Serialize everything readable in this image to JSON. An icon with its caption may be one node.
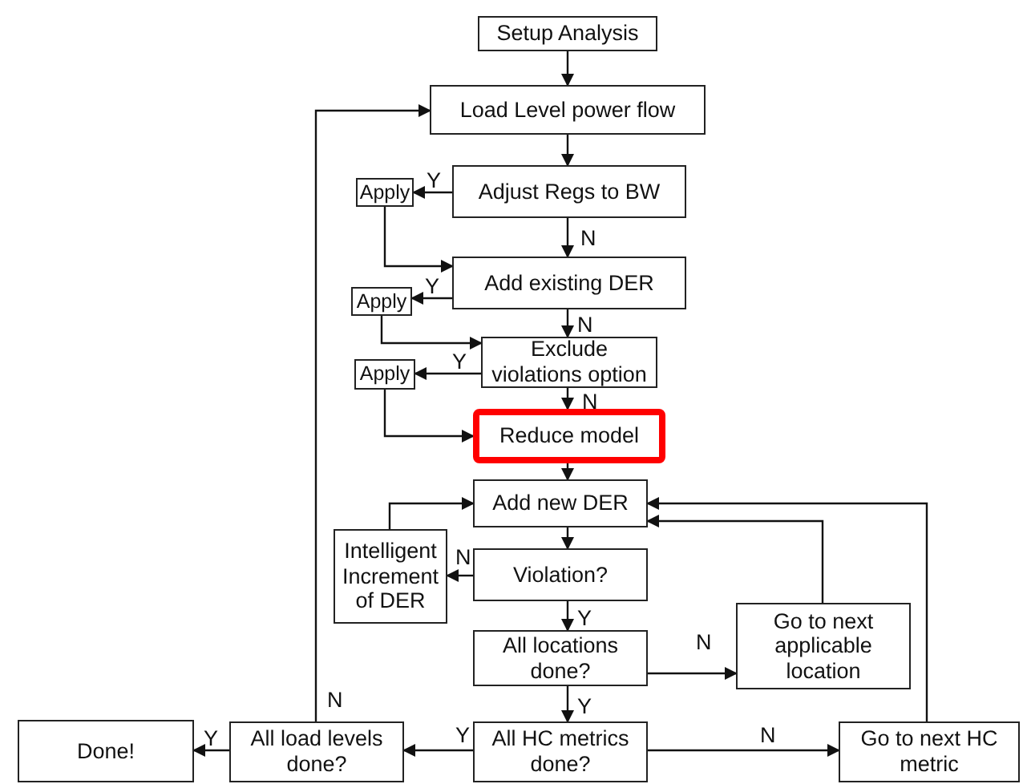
{
  "diagram": {
    "nodes": [
      {
        "text": [
          "Setup Analysis"
        ]
      },
      {
        "text": [
          "Load Level power flow"
        ]
      },
      {
        "text": [
          "Adjust Regs to BW"
        ]
      },
      {
        "text": [
          "Apply"
        ]
      },
      {
        "text": [
          "Add existing DER"
        ]
      },
      {
        "text": [
          "Apply"
        ]
      },
      {
        "text": [
          "Exclude violations option"
        ]
      },
      {
        "text": [
          "Apply"
        ]
      },
      {
        "text": [
          "Reduce model"
        ]
      },
      {
        "text": [
          "Add new DER"
        ]
      },
      {
        "text": [
          "Intelligent Increment of DER"
        ]
      },
      {
        "text": [
          "Violation?"
        ]
      },
      {
        "text": [
          "All locations done?"
        ]
      },
      {
        "text": [
          "Go to next applicable location"
        ]
      },
      {
        "text": [
          "All HC metrics done?"
        ]
      },
      {
        "text": [
          "All load levels done?"
        ]
      },
      {
        "text": [
          "Done!"
        ]
      },
      {
        "text": [
          "Go to next HC metric"
        ]
      }
    ],
    "edges": [
      {
        "from": 0,
        "to": 1,
        "arrow": "to"
      },
      {
        "from": 1,
        "to": 2,
        "arrow": "to"
      },
      {
        "from": 2,
        "to": 3,
        "arrow": "to",
        "label": "Y"
      },
      {
        "from": 3,
        "to": 4,
        "arrow": "to"
      },
      {
        "from": 2,
        "to": 4,
        "arrow": "to",
        "label": "N"
      },
      {
        "from": 4,
        "to": 5,
        "arrow": "to",
        "label": "Y"
      },
      {
        "from": 5,
        "to": 6,
        "arrow": "to"
      },
      {
        "from": 4,
        "to": 6,
        "arrow": "to",
        "label": "N"
      },
      {
        "from": 6,
        "to": 7,
        "arrow": "to",
        "label": "Y"
      },
      {
        "from": 7,
        "to": 8,
        "arrow": "to"
      },
      {
        "from": 6,
        "to": 8,
        "arrow": "to",
        "label": "N"
      },
      {
        "from": 8,
        "to": 9,
        "arrow": "to"
      },
      {
        "from": 9,
        "to": 11,
        "arrow": "to"
      },
      {
        "from": 11,
        "to": 10,
        "arrow": "to",
        "label": "N"
      },
      {
        "from": 10,
        "to": 9,
        "arrow": "to"
      },
      {
        "from": 11,
        "to": 12,
        "arrow": "to",
        "label": "Y"
      },
      {
        "from": 12,
        "to": 13,
        "arrow": "to",
        "label": "N"
      },
      {
        "from": 13,
        "to": 9,
        "arrow": "to"
      },
      {
        "from": 12,
        "to": 14,
        "arrow": "to",
        "label": "Y"
      },
      {
        "from": 14,
        "to": 15,
        "arrow": "to",
        "label": "Y"
      },
      {
        "from": 15,
        "to": 16,
        "arrow": "to",
        "label": "Y"
      },
      {
        "from": 15,
        "to": 1,
        "arrow": "to",
        "label": "N"
      },
      {
        "from": 14,
        "to": 17,
        "arrow": "to",
        "label": "N"
      },
      {
        "from": 17,
        "to": 9,
        "arrow": "to"
      }
    ]
  }
}
